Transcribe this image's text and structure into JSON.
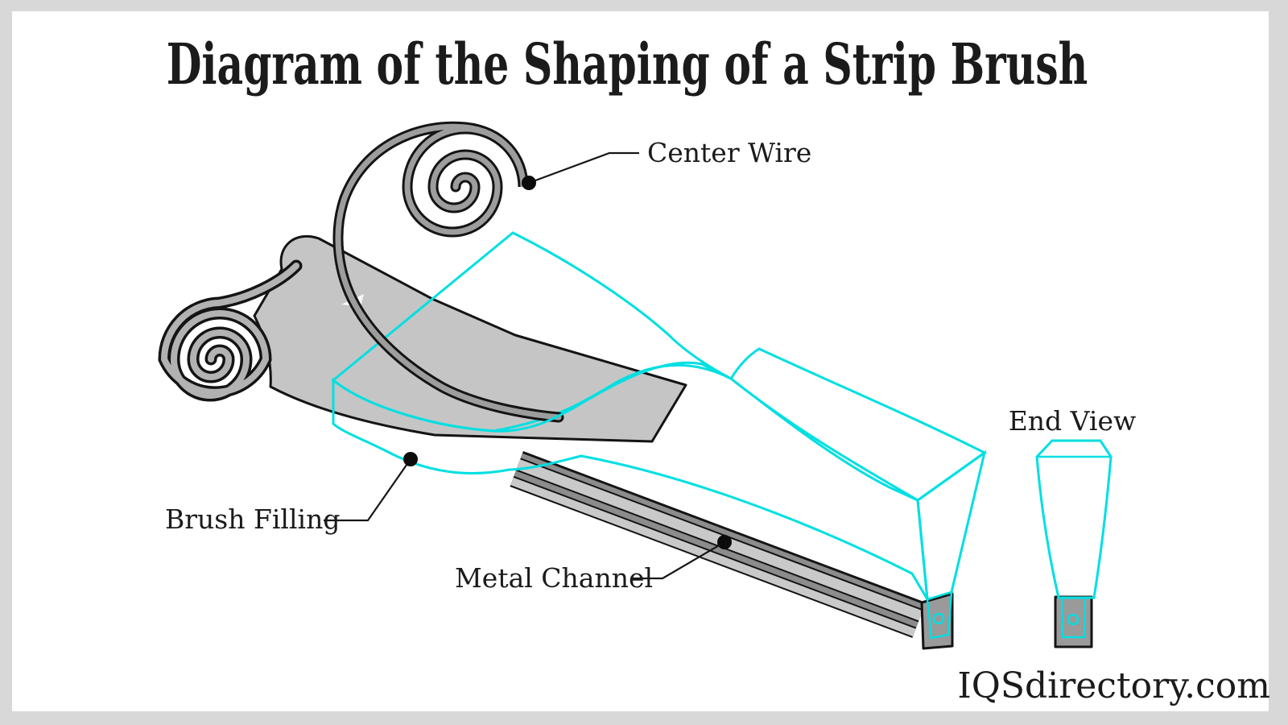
{
  "title": "Diagram of the Shaping of a Strip Brush",
  "watermark": "IQSdirectory.com",
  "labels": {
    "center_wire": "Center Wire",
    "brush_filling": "Brush Filling",
    "metal_channel": "Metal Channel",
    "end_view": "End View"
  },
  "colors": {
    "frame": "#d8d8d8",
    "canvas": "#ffffff",
    "cyan": "#00dfe2",
    "hatch": "#55dcdc",
    "metal": "#c5c5c5",
    "metal_dark": "#8c8c8c",
    "channel_cap": "#9a9a9a",
    "wire": "#9d9d9d",
    "outline": "#141414",
    "text": "#1b1b1b"
  }
}
